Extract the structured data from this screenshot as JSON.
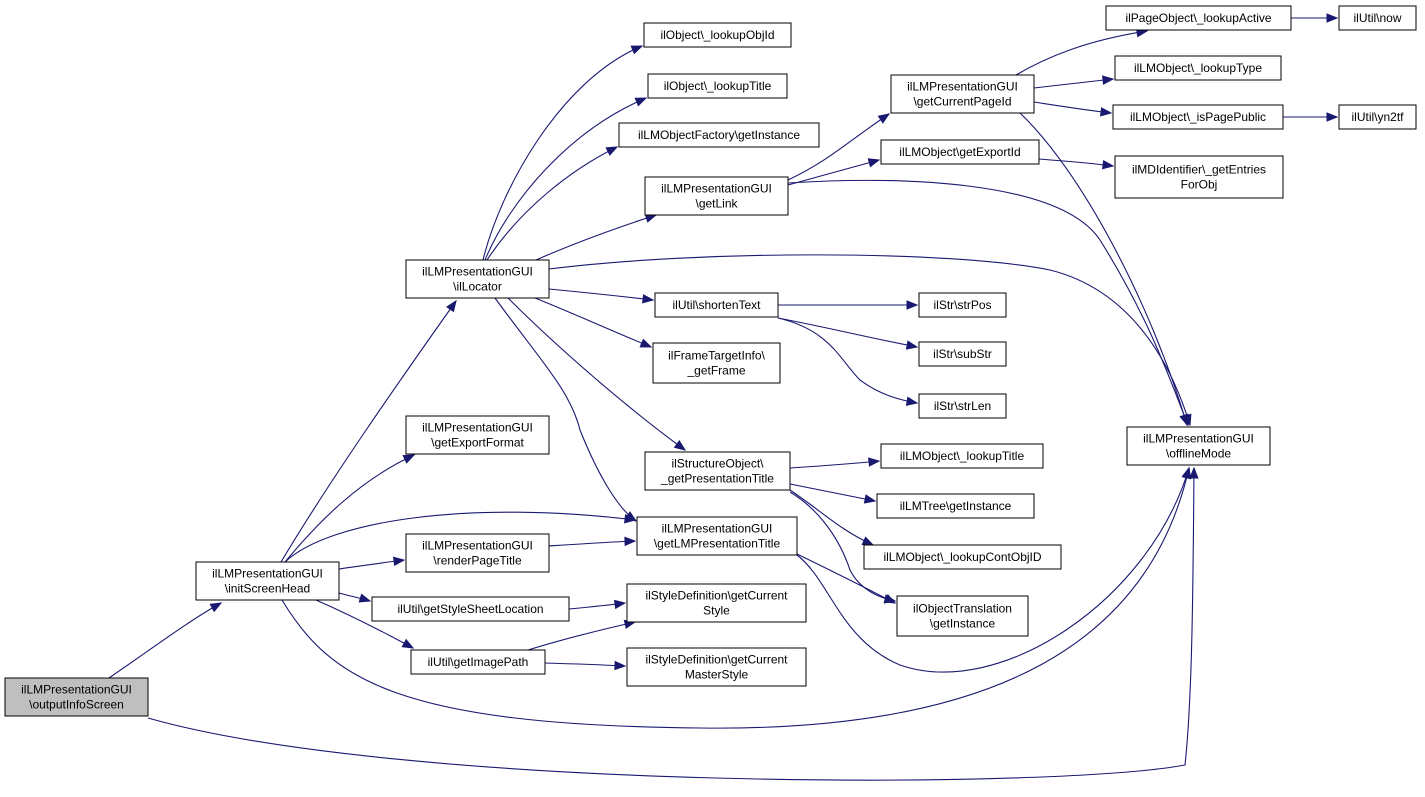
{
  "colors": {
    "edge": "#191970",
    "node_border": "#000000",
    "root_fill": "#bfbfbf",
    "node_fill": "#ffffff"
  },
  "nodes": {
    "root": {
      "lines": [
        "ilLMPresentationGUI",
        "\\outputInfoScreen"
      ]
    },
    "initScreenHead": {
      "lines": [
        "ilLMPresentationGUI",
        "\\initScreenHead"
      ]
    },
    "ilLocator": {
      "lines": [
        "ilLMPresentationGUI",
        "\\ilLocator"
      ]
    },
    "getExportFormat": {
      "lines": [
        "ilLMPresentationGUI",
        "\\getExportFormat"
      ]
    },
    "renderPageTitle": {
      "lines": [
        "ilLMPresentationGUI",
        "\\renderPageTitle"
      ]
    },
    "getStyleSheetLocation": {
      "lines": [
        "ilUtil\\getStyleSheetLocation"
      ]
    },
    "getImagePath": {
      "lines": [
        "ilUtil\\getImagePath"
      ]
    },
    "lookupObjId": {
      "lines": [
        "ilObject\\_lookupObjId"
      ]
    },
    "lookupTitle": {
      "lines": [
        "ilObject\\_lookupTitle"
      ]
    },
    "factoryGetInstance": {
      "lines": [
        "ilLMObjectFactory\\getInstance"
      ]
    },
    "getLink": {
      "lines": [
        "ilLMPresentationGUI",
        "\\getLink"
      ]
    },
    "shortenText": {
      "lines": [
        "ilUtil\\shortenText"
      ]
    },
    "getFrame": {
      "lines": [
        "ilFrameTargetInfo\\",
        "_getFrame"
      ]
    },
    "getPresentationTitle": {
      "lines": [
        "ilStructureObject\\",
        "_getPresentationTitle"
      ]
    },
    "getLMPresentationTitle": {
      "lines": [
        "ilLMPresentationGUI",
        "\\getLMPresentationTitle"
      ]
    },
    "getCurrentStyle": {
      "lines": [
        "ilStyleDefinition\\getCurrent",
        "Style"
      ]
    },
    "getCurrentMasterStyle": {
      "lines": [
        "ilStyleDefinition\\getCurrent",
        "MasterStyle"
      ]
    },
    "getCurrentPageId": {
      "lines": [
        "ilLMPresentationGUI",
        "\\getCurrentPageId"
      ]
    },
    "getExportId": {
      "lines": [
        "ilLMObject\\getExportId"
      ]
    },
    "strPos": {
      "lines": [
        "ilStr\\strPos"
      ]
    },
    "subStr": {
      "lines": [
        "ilStr\\subStr"
      ]
    },
    "strLen": {
      "lines": [
        "ilStr\\strLen"
      ]
    },
    "lmLookupTitle": {
      "lines": [
        "ilLMObject\\_lookupTitle"
      ]
    },
    "treeGetInstance": {
      "lines": [
        "ilLMTree\\getInstance"
      ]
    },
    "lookupContObjID": {
      "lines": [
        "ilLMObject\\_lookupContObjID"
      ]
    },
    "translationGetInstance": {
      "lines": [
        "ilObjectTranslation",
        "\\getInstance"
      ]
    },
    "lookupActive": {
      "lines": [
        "ilPageObject\\_lookupActive"
      ]
    },
    "lookupType": {
      "lines": [
        "ilLMObject\\_lookupType"
      ]
    },
    "isPagePublic": {
      "lines": [
        "ilLMObject\\_isPagePublic"
      ]
    },
    "getEntriesForObj": {
      "lines": [
        "ilMDIdentifier\\_getEntries",
        "ForObj"
      ]
    },
    "offlineMode": {
      "lines": [
        "ilLMPresentationGUI",
        "\\offlineMode"
      ]
    },
    "now": {
      "lines": [
        "ilUtil\\now"
      ]
    },
    "yn2tf": {
      "lines": [
        "ilUtil\\yn2tf"
      ]
    }
  }
}
